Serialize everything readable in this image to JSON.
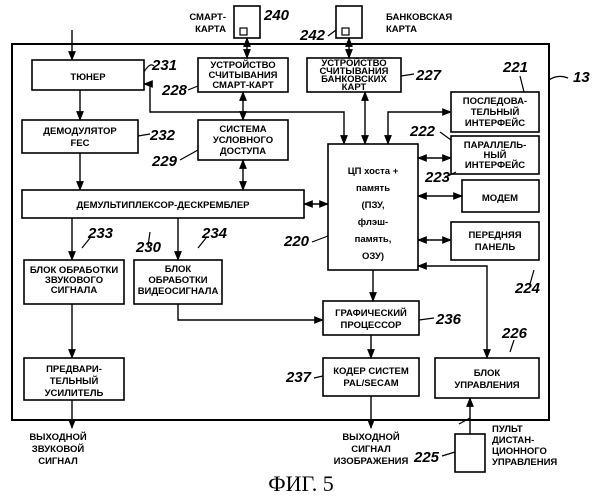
{
  "figure_caption": "ФИГ. 5",
  "system_ref": "13",
  "external": {
    "smart_card": {
      "lines": [
        "СМАРТ-",
        "КАРТА"
      ],
      "ref": "240"
    },
    "bank_card": {
      "lines": [
        "БАНКОВСКАЯ",
        "КАРТА"
      ],
      "ref": "242"
    }
  },
  "blocks": {
    "tuner": {
      "lines": [
        "ТЮНЕР"
      ],
      "ref": "231"
    },
    "smart_reader": {
      "lines": [
        "УСТРОЙСТВО",
        "СЧИТЫВАНИЯ",
        "СМАРТ-КАРТ"
      ],
      "ref": "228"
    },
    "bank_reader": {
      "lines": [
        "УСТРОЙСТВО",
        "СЧИТЫВАНИЯ",
        "БАНКОВСКИХ",
        "КАРТ"
      ],
      "ref": "227"
    },
    "serial": {
      "lines": [
        "ПОСЛЕДОВА-",
        "ТЕЛЬНЫЙ",
        "ИНТЕРФЕЙС"
      ],
      "ref": "221"
    },
    "demod": {
      "lines": [
        "ДЕМОДУЛЯТОР",
        "FEC"
      ],
      "ref": "232"
    },
    "cond_access": {
      "lines": [
        "СИСТЕМА",
        "УСЛОВНОГО",
        "ДОСТУПА"
      ],
      "ref": "229"
    },
    "parallel": {
      "lines": [
        "ПАРАЛЛЕЛЬ-",
        "НЫЙ",
        "ИНТЕРФЕЙС"
      ],
      "ref": "222"
    },
    "cpu": {
      "lines": [
        "ЦП хоста +",
        "память",
        "(ПЗУ,",
        "флэш-",
        "память,",
        "ОЗУ)"
      ],
      "ref": "220"
    },
    "modem": {
      "lines": [
        "МОДЕМ"
      ],
      "ref": "223"
    },
    "demux": {
      "lines": [
        "ДЕМУЛЬТИПЛЕКСОР-ДЕСКРЕМБЛЕР"
      ],
      "ref": "230"
    },
    "front_panel": {
      "lines": [
        "ПЕРЕДНЯЯ",
        "ПАНЕЛЬ"
      ],
      "ref": "224"
    },
    "audio_proc": {
      "lines": [
        "БЛОК ОБРАБОТКИ",
        "ЗВУКОВОГО",
        "СИГНАЛА"
      ],
      "ref": "233"
    },
    "video_proc": {
      "lines": [
        "БЛОК",
        "ОБРАБОТКИ",
        "ВИДЕОСИГНАЛА"
      ],
      "ref": "234"
    },
    "gpu": {
      "lines": [
        "ГРАФИЧЕСКИЙ",
        "ПРОЦЕССОР"
      ],
      "ref": "236"
    },
    "preamp": {
      "lines": [
        "ПРЕДВАРИ-",
        "ТЕЛЬНЫЙ",
        "УСИЛИТЕЛЬ"
      ],
      "ref": ""
    },
    "encoder": {
      "lines": [
        "КОДЕР СИСТЕМ",
        "PAL/SECAM"
      ],
      "ref": "237"
    },
    "control": {
      "lines": [
        "БЛОК",
        "УПРАВЛЕНИЯ"
      ],
      "ref": "226"
    }
  },
  "outputs": {
    "audio_out": {
      "lines": [
        "ВЫХОДНОЙ",
        "ЗВУКОВОЙ",
        "СИГНАЛ"
      ]
    },
    "video_out": {
      "lines": [
        "ВЫХОДНОЙ",
        "СИГНАЛ",
        "ИЗОБРАЖЕНИЯ"
      ]
    },
    "remote": {
      "lines": [
        "ПУЛЬТ",
        "ДИСТАН-",
        "ЦИОННОГО",
        "УПРАВЛЕНИЯ"
      ],
      "ref": "225"
    }
  }
}
